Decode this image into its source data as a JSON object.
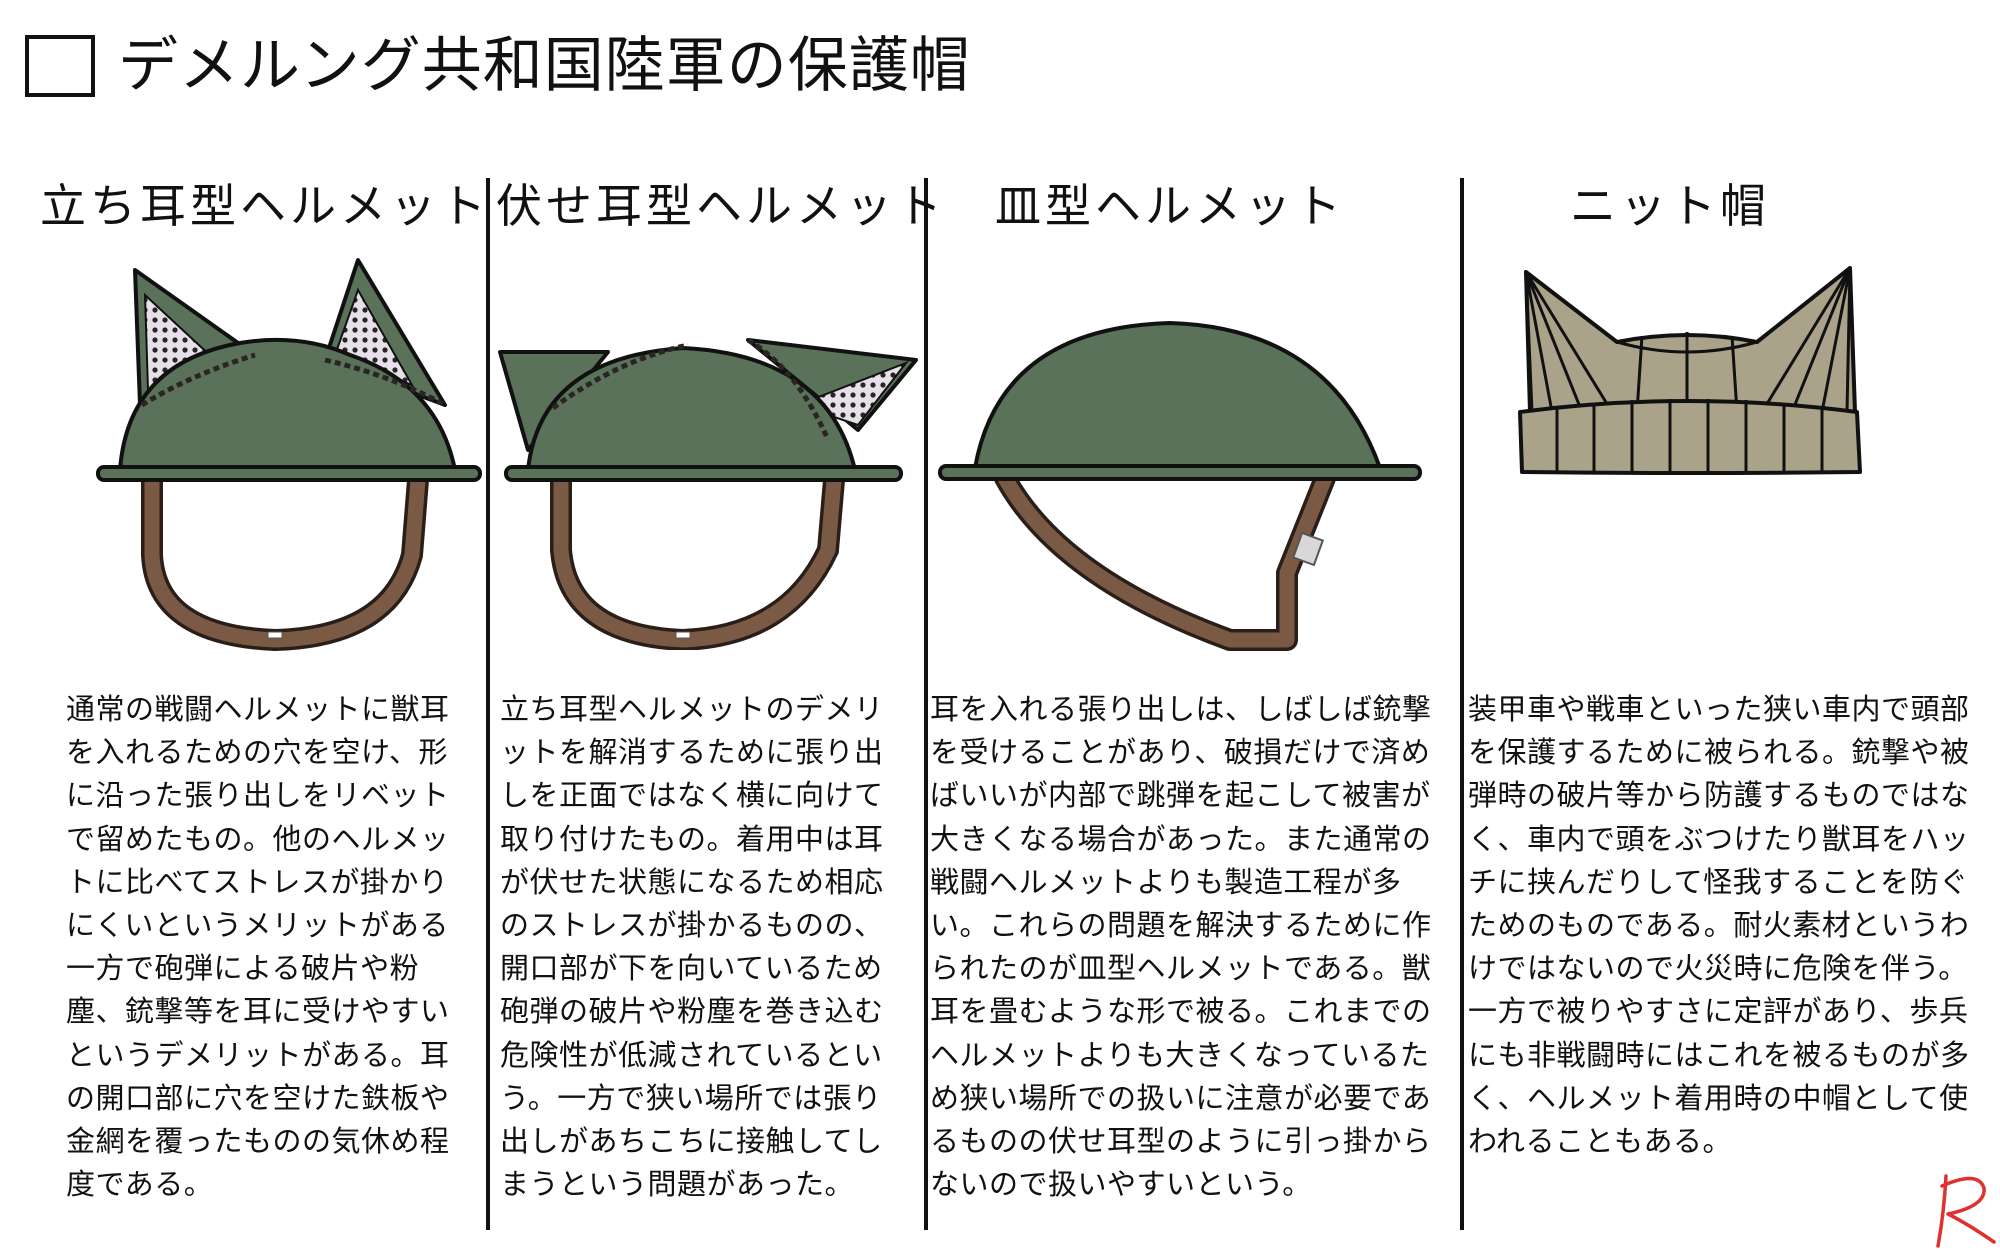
{
  "page": {
    "title": "デメルング共和国陸軍の保護帽"
  },
  "columns": [
    {
      "title": "立ち耳型ヘルメット",
      "description": "通常の戦闘ヘルメットに獣耳を入れるための穴を空け、形に沿った張り出しをリベットで留めたもの。他のヘルメットに比べてストレスが掛かりにくいというメリットがある一方で砲弾による破片や粉塵、銃撃等を耳に受けやすいというデメリットがある。耳の開口部に穴を空けた鉄板や金網を覆ったものの気休め程度である。"
    },
    {
      "title": "伏せ耳型ヘルメット",
      "description": "立ち耳型ヘルメットのデメリットを解消するために張り出しを正面ではなく横に向けて取り付けたもの。着用中は耳が伏せた状態になるため相応のストレスが掛かるものの、開口部が下を向いているため砲弾の破片や粉塵を巻き込む危険性が低減されているという。一方で狭い場所では張り出しがあちこちに接触してしまうという問題があった。"
    },
    {
      "title": "皿型ヘルメット",
      "description": "耳を入れる張り出しは、しばしば銃撃を受けることがあり、破損だけで済めばいいが内部で跳弾を起こして被害が大きくなる場合があった。また通常の戦闘ヘルメットよりも製造工程が多い。これらの問題を解決するために作られたのが皿型ヘルメットである。獣耳を畳むような形で被る。これまでのヘルメットよりも大きくなっているため狭い場所での扱いに注意が必要であるものの伏せ耳型のように引っ掛からないので扱いやすいという。"
    },
    {
      "title": "ニット帽",
      "description": "装甲車や戦車といった狭い車内で頭部を保護するために被られる。銃撃や被弾時の破片等から防護するものではなく、車内で頭をぶつけたり獣耳をハッチに挟んだりして怪我することを防ぐためのものである。耐火素材というわけではないので火災時に危険を伴う。一方で被りやすさに定評があり、歩兵にも非戦闘時にはこれを被るものが多く、ヘルメット着用時の中帽として使われることもある。"
    }
  ],
  "colors": {
    "helmet_green": "#5a7259",
    "strap_brown": "#7a5a45",
    "knit_tan": "#aaa38a",
    "ear_mesh": "#e6e0e8",
    "signature_red": "#e03030",
    "ink": "#111111"
  },
  "icons": [
    "checkbox-square",
    "prick-ear-helmet",
    "folded-ear-helmet",
    "dish-helmet",
    "knit-cap",
    "signature"
  ]
}
